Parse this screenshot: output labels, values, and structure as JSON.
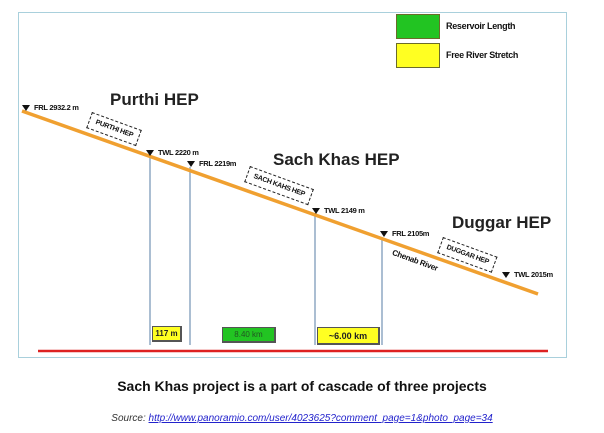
{
  "legend": {
    "items": [
      {
        "label": "Reservoir Length",
        "color": "#22c422"
      },
      {
        "label": "Free River Stretch",
        "color": "#ffff22"
      }
    ]
  },
  "projects": [
    {
      "name": "Purthi HEP",
      "tag": "PURTHI HEP"
    },
    {
      "name": "Sach Khas HEP",
      "tag": "SACH KAHS HEP"
    },
    {
      "name": "Duggar HEP",
      "tag": "DUGGAR HEP"
    }
  ],
  "levels": {
    "purthi_frl": "FRL  2932.2 m",
    "purthi_twl": "TWL  2220 m",
    "sachkhas_frl": "FRL  2219m",
    "sachkhas_twl": "TWL  2149 m",
    "duggar_frl": "FRL  2105m",
    "duggar_twl": "TWL  2015m"
  },
  "river": {
    "name": "Chenab River",
    "color": "#f0a030"
  },
  "distances": [
    {
      "label": "117 m",
      "type": "free",
      "color": "#ffff22"
    },
    {
      "label": "8.40 km",
      "type": "reservoir",
      "color": "#22c422"
    },
    {
      "label": "~6.00 km",
      "type": "free",
      "color": "#ffff22"
    }
  ],
  "baseline_color": "#dd2222",
  "caption": "Sach Khas project is a part of cascade of three projects",
  "source": {
    "prefix": "Source: ",
    "link": "http://www.panoramio.com/user/4023625?comment_page=1&photo_page=34"
  }
}
